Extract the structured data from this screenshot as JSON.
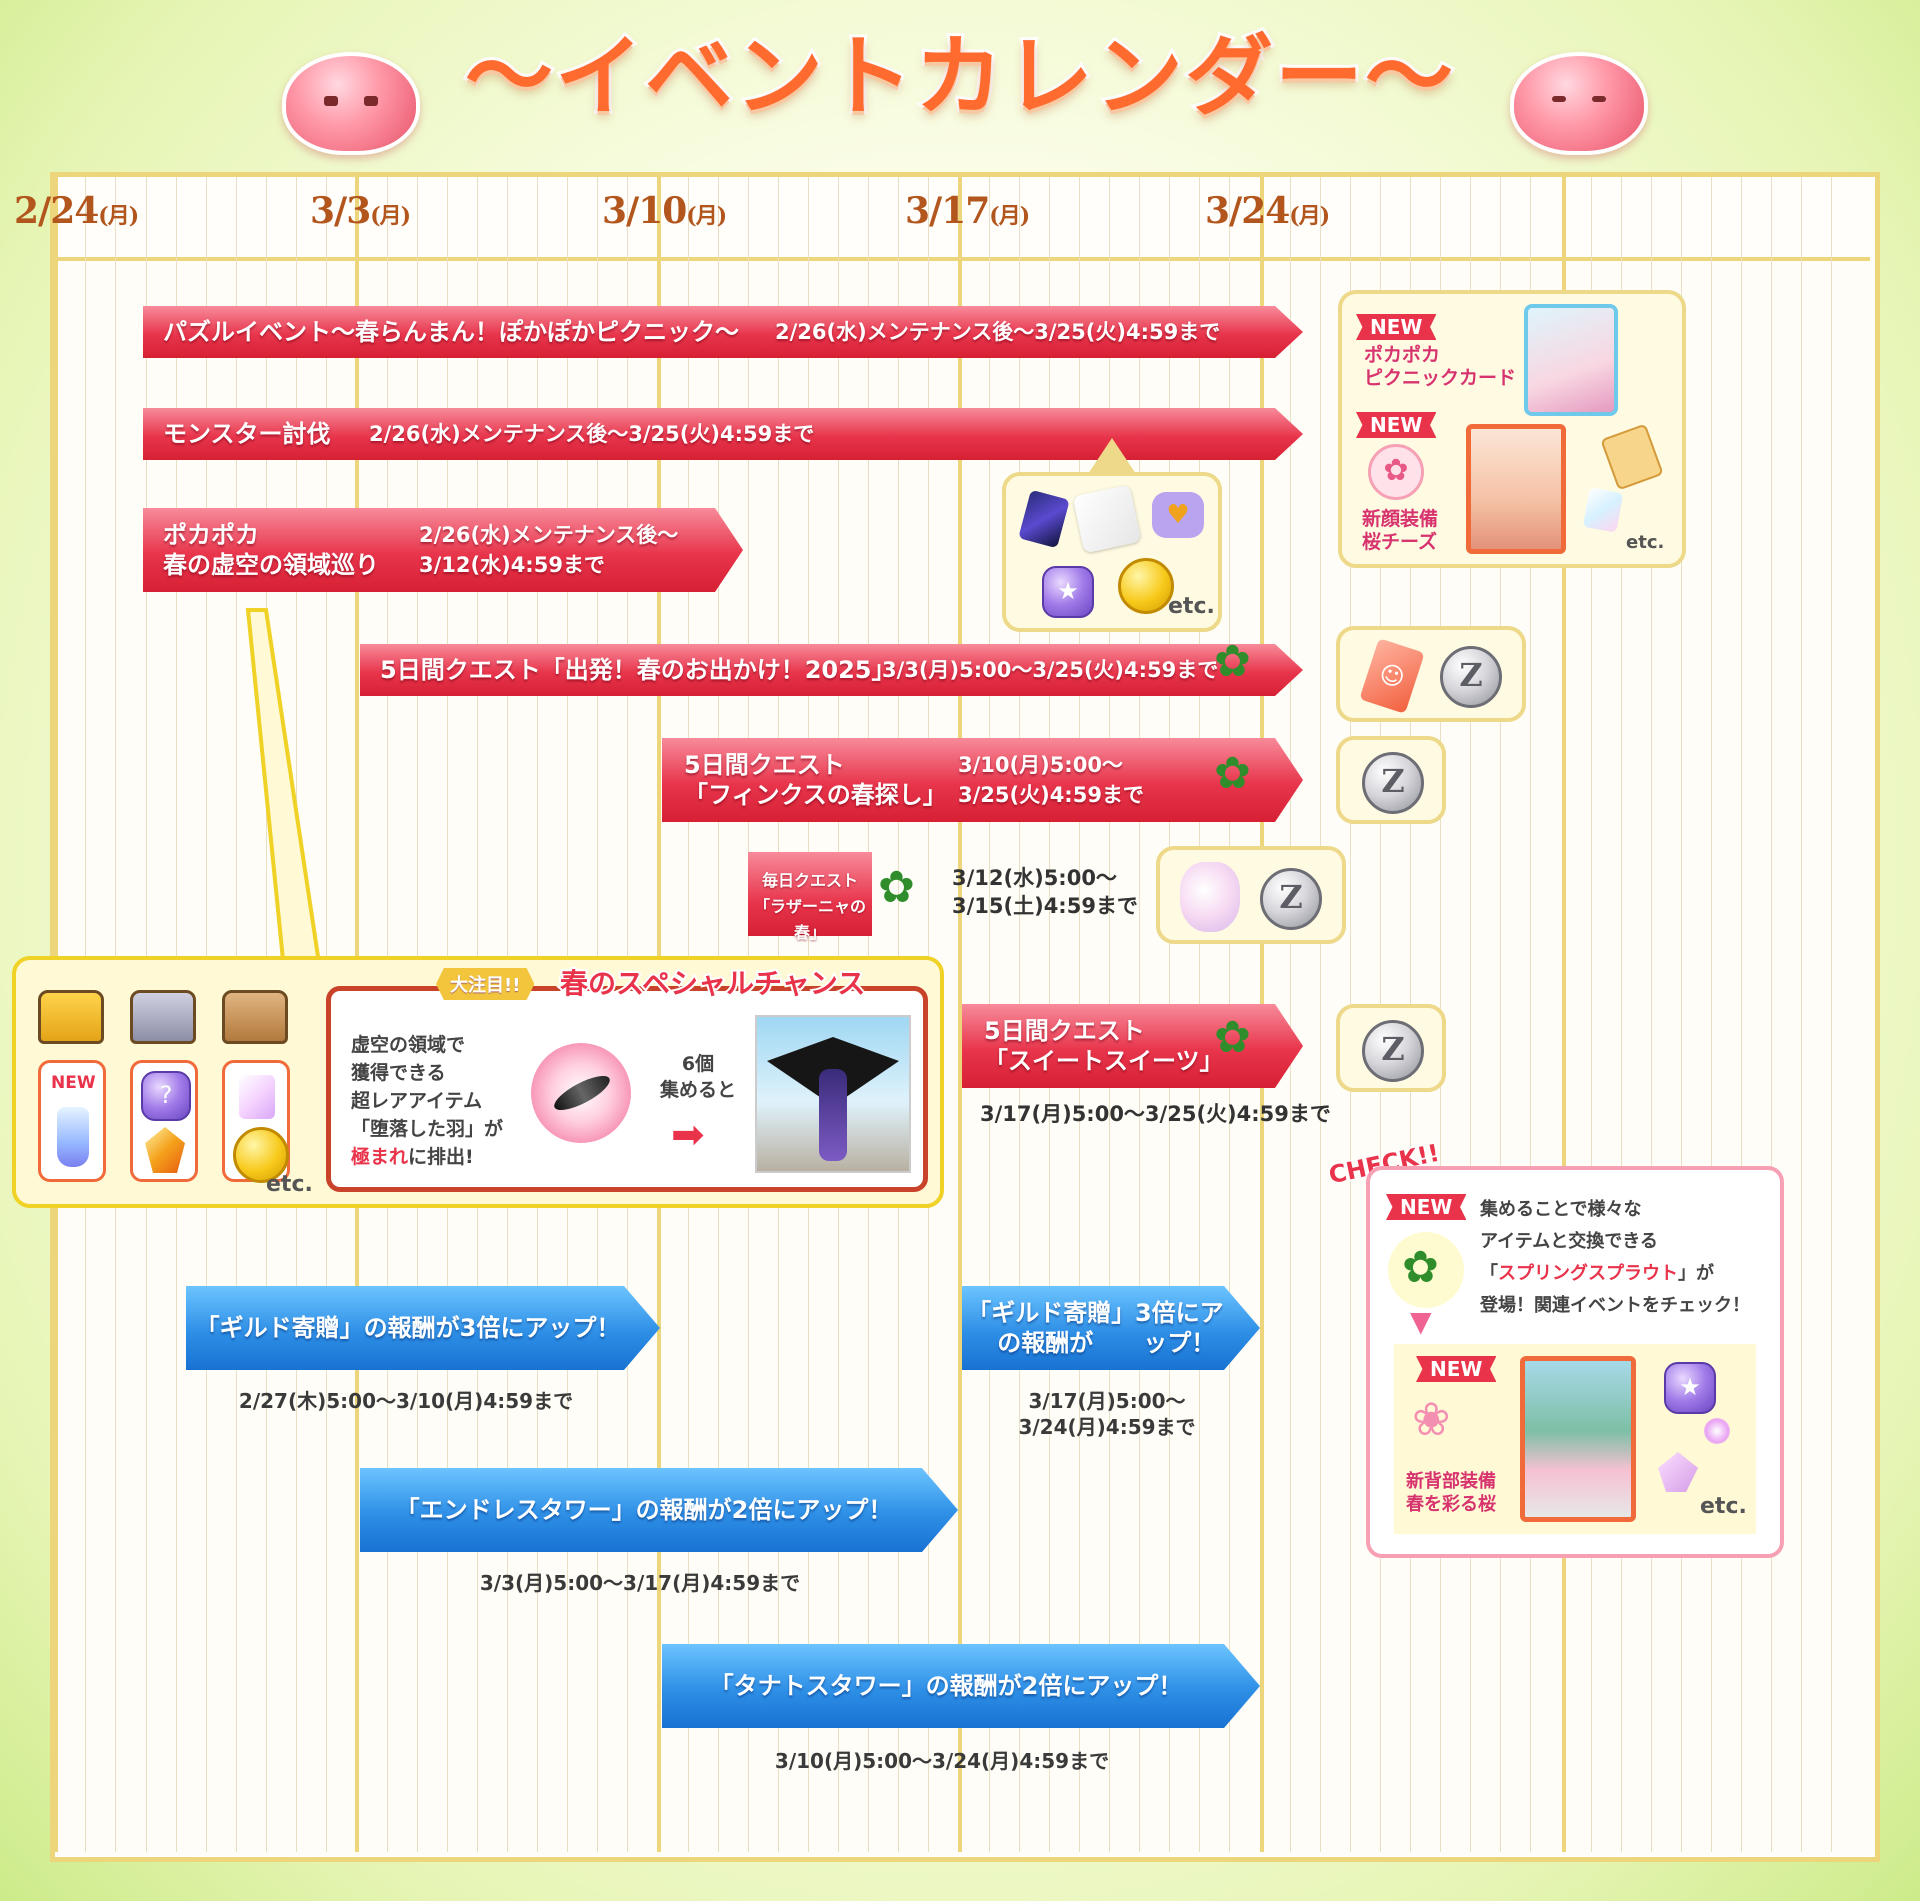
{
  "title": "〜イベントカレンダー〜",
  "dates": [
    {
      "date": "2/24",
      "dow": "(月)"
    },
    {
      "date": "3/3",
      "dow": "(月)"
    },
    {
      "date": "3/10",
      "dow": "(月)"
    },
    {
      "date": "3/17",
      "dow": "(月)"
    },
    {
      "date": "3/24",
      "dow": "(月)"
    }
  ],
  "events": {
    "puzzle": {
      "name": "パズルイベント〜春らんまん！ぽかぽかピクニック〜",
      "period": "2/26(水)メンテナンス後〜3/25(火)4:59まで"
    },
    "monster": {
      "name": "モンスター討伐",
      "period": "2/26(水)メンテナンス後〜3/25(火)4:59まで"
    },
    "void": {
      "name1": "ポカポカ",
      "name2": "春の虚空の領域巡り",
      "period1": "2/26(水)メンテナンス後〜",
      "period2": "3/12(水)4:59まで"
    },
    "quest_spring": {
      "name": "5日間クエスト「出発！春のお出かけ！2025」",
      "period": "3/3(月)5:00〜3/25(火)4:59まで"
    },
    "quest_finx": {
      "name1": "5日間クエスト",
      "name2": "「フィンクスの春探し」",
      "period1": "3/10(月)5:00〜",
      "period2": "3/25(火)4:59まで"
    },
    "daily": {
      "name1": "毎日クエスト",
      "name2": "「ラザーニャの春」",
      "period1": "3/12(水)5:00〜",
      "period2": "3/15(土)4:59まで"
    },
    "quest_sweets": {
      "name1": "5日間クエスト",
      "name2": "「スイートスイーツ」",
      "period": "3/17(月)5:00〜3/25(火)4:59まで"
    },
    "guild1": {
      "label": "「ギルド寄贈」の報酬が3倍にアップ！",
      "period": "2/27(木)5:00〜3/10(月)4:59まで"
    },
    "guild2": {
      "label1": "「ギルド寄贈」の報酬が",
      "label2": "3倍にアップ！",
      "period1": "3/17(月)5:00〜",
      "period2": "3/24(月)4:59まで"
    },
    "endless": {
      "label": "「エンドレスタワー」の報酬が2倍にアップ！",
      "period": "3/3(月)5:00〜3/17(月)4:59まで"
    },
    "thanatos": {
      "label": "「タナトスタワー」の報酬が2倍にアップ！",
      "period": "3/10(月)5:00〜3/24(月)4:59まで"
    }
  },
  "rewards": {
    "new": "NEW",
    "card_name1": "ポカポカ",
    "card_name2": "ピクニックカード",
    "face_name1": "新顔装備",
    "face_name2": "桜チーズ",
    "etc": "etc.",
    "coin_letter": "Z"
  },
  "special": {
    "badge": "大注目!!",
    "title": "春のスペシャルチャンス",
    "desc1": "虚空の領域で",
    "desc2": "獲得できる",
    "desc3": "超レアアイテム",
    "desc4": "「堕落した羽」が",
    "desc5_emph": "極まれ",
    "desc5_rest": "に排出!",
    "collect1": "6個",
    "collect2": "集めると"
  },
  "check": {
    "label": "CHECK!!",
    "line1": "集めることで様々な",
    "line2": "アイテムと交換できる",
    "line3_open": "「",
    "line3_emph": "スプリングスプラウト",
    "line3_close": "」が",
    "line4": "登場！関連イベントをチェック！",
    "back_name1": "新背部装備",
    "back_name2": "春を彩る桜"
  },
  "colors": {
    "title": "#ff6a2e",
    "event_red": "#e8354c",
    "event_blue": "#2e8fe6",
    "frame_gold": "#ecd57a",
    "date_brown": "#b2561d"
  }
}
